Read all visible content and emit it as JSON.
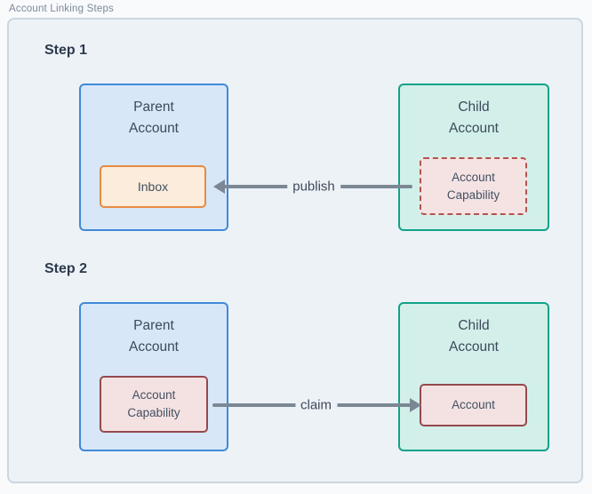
{
  "group": {
    "title": "Account Linking Steps"
  },
  "steps": [
    {
      "heading": "Step 1",
      "parent": {
        "title": "Parent\nAccount",
        "inner": {
          "label": "Inbox"
        }
      },
      "child": {
        "title": "Child\nAccount",
        "inner": {
          "label": "Account\nCapability"
        }
      },
      "arrow": {
        "label": "publish",
        "direction": "right-to-left"
      }
    },
    {
      "heading": "Step 2",
      "parent": {
        "title": "Parent\nAccount",
        "inner": {
          "label": "Account\nCapability"
        }
      },
      "child": {
        "title": "Child\nAccount",
        "inner": {
          "label": "Account"
        }
      },
      "arrow": {
        "label": "claim",
        "direction": "left-to-right"
      }
    }
  ],
  "colors": {
    "page_background": "#f8fafc",
    "container_background": "#edf2f7",
    "container_border": "#ccd6df",
    "parent_box_fill": "#d7e7f8",
    "parent_box_border": "#4189d6",
    "child_box_fill": "#d2f0e9",
    "child_box_border": "#12a289",
    "inbox_fill": "#fbecdc",
    "inbox_border": "#e78a42",
    "capability_fill": "#f4e2e3",
    "capability_border_solid": "#95494c",
    "capability_border_dashed": "#b2544e",
    "arrow": "#7b8894",
    "heading_text": "#2c3a4d",
    "body_text": "#3c4a5b",
    "group_label_text": "#7e8a96"
  }
}
